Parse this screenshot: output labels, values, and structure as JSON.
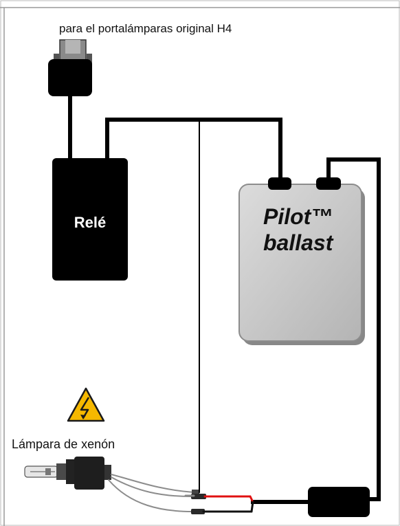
{
  "labels": {
    "connector_caption": "para el portalámparas original H4",
    "relay": "Relé",
    "ballast_line1": "Pilot™",
    "ballast_line2": "ballast",
    "lamp_caption": "Lámpara de xenón"
  },
  "colors": {
    "wire": "#000000",
    "ballast_body": "#c8c8c8",
    "relay_body": "#000000",
    "red_wire": "#e01010",
    "warning": "#f5b800"
  },
  "icons": {
    "warning": "high-voltage-warning-icon",
    "connector": "h4-plug-icon",
    "bulb": "xenon-bulb-icon"
  }
}
